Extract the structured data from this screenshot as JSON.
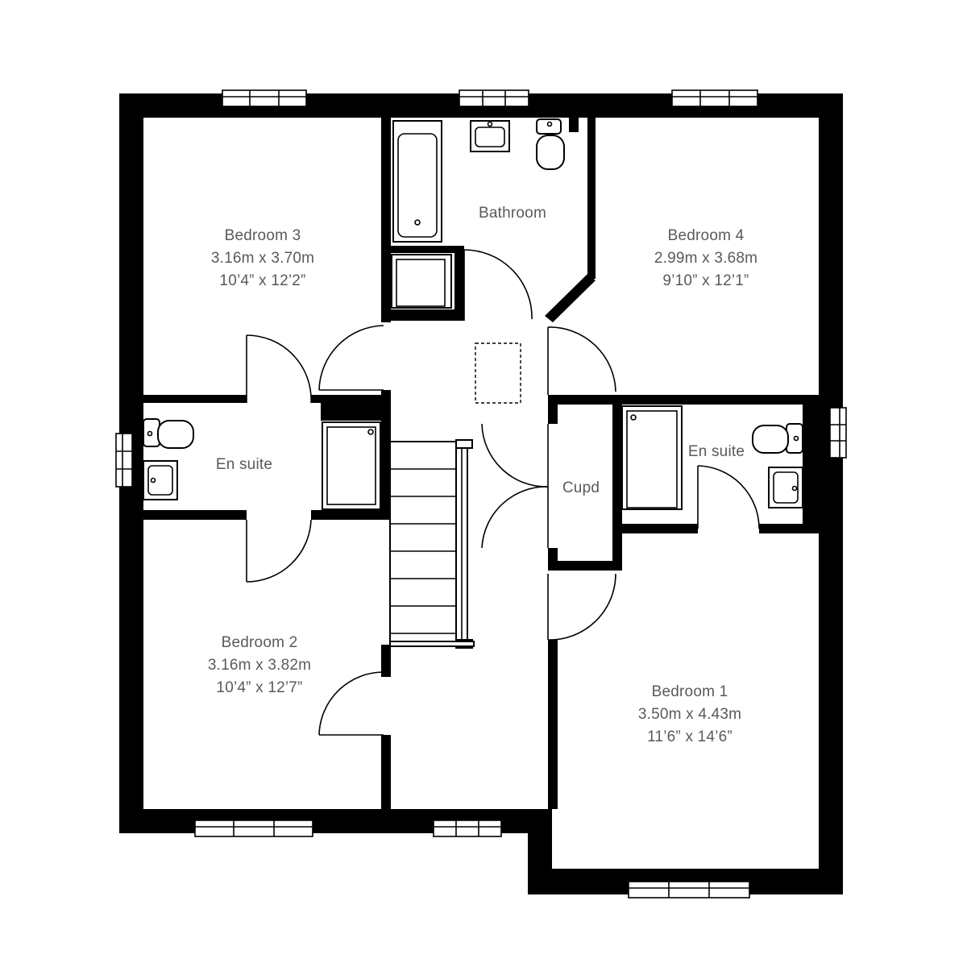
{
  "rooms": {
    "bedroom3": {
      "name": "Bedroom 3",
      "metric": "3.16m x 3.70m",
      "imperial": "10’4” x 12’2”"
    },
    "bathroom": {
      "name": "Bathroom"
    },
    "bedroom4": {
      "name": "Bedroom 4",
      "metric": "2.99m x 3.68m",
      "imperial": "9’10” x 12’1”"
    },
    "ensuite_left": {
      "name": "En suite"
    },
    "ensuite_right": {
      "name": "En suite"
    },
    "cupd": {
      "name": "Cupd"
    },
    "bedroom2": {
      "name": "Bedroom 2",
      "metric": "3.16m x 3.82m",
      "imperial": "10’4” x 12’7”"
    },
    "bedroom1": {
      "name": "Bedroom 1",
      "metric": "3.50m x 4.43m",
      "imperial": "11’6” x 14’6”"
    }
  }
}
